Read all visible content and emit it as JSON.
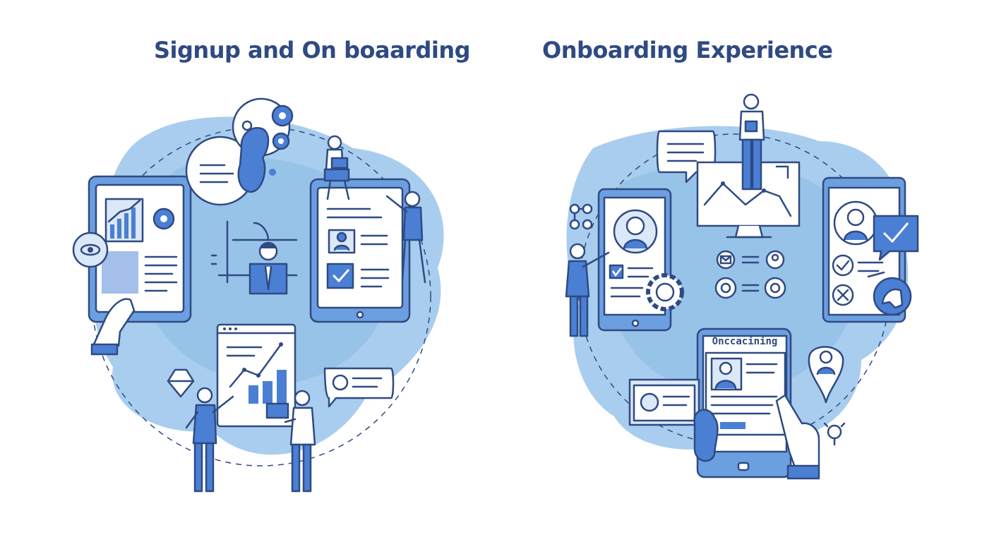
{
  "titles": {
    "left": "Signup and On boaarding",
    "right": "Onboarding Experience"
  },
  "screens": {
    "right_bottom_tablet_label": "Onccacining"
  },
  "colors": {
    "title": "#2f4a82",
    "line": "#2f4a82",
    "blob_light": "#b8d4f0",
    "blob_mid": "#8dbce6",
    "accent_blue": "#4a7fd4",
    "screen_fill": "#ffffff"
  },
  "icons": [
    "eye-icon",
    "gear-icon",
    "chart-icon",
    "person-icon",
    "checkmark-icon",
    "chat-bubble-icon",
    "diamond-icon",
    "cross-icon",
    "mail-icon",
    "target-icon",
    "lightbulb-icon",
    "pointing-hand-icon"
  ]
}
